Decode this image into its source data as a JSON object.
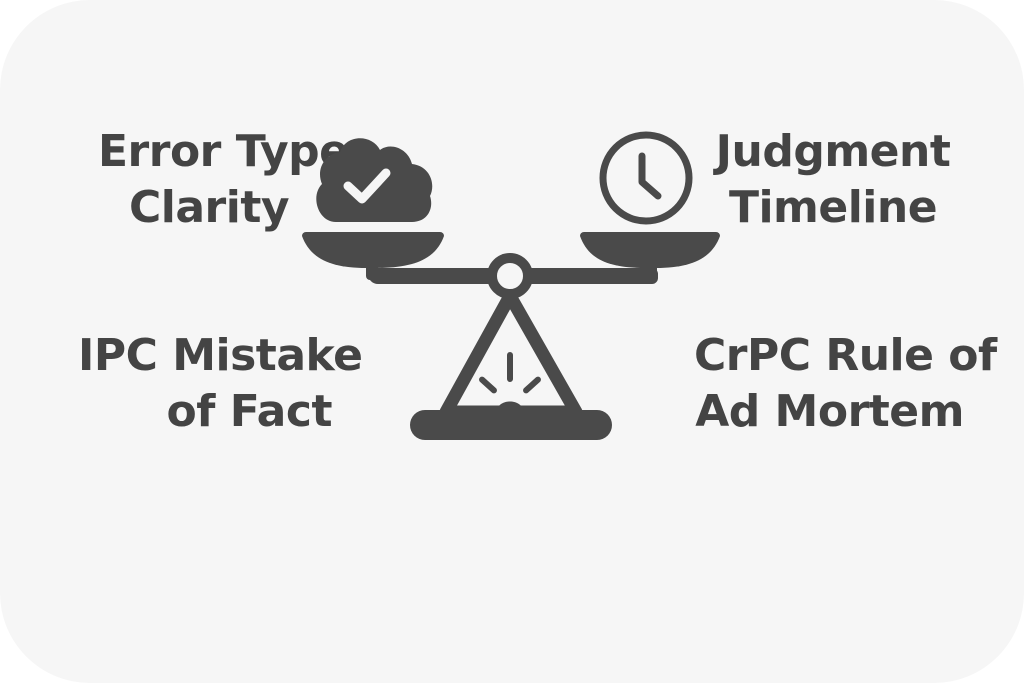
{
  "colors": {
    "background": "#f6f6f6",
    "icon": "#4a4a4a",
    "text": "#444444",
    "highlight": "#f6f6f6"
  },
  "labels": {
    "top_left": [
      "Error Type",
      "Clarity"
    ],
    "top_right": [
      "Judgment",
      "Timeline"
    ],
    "bottom_left": [
      "IPC Mistake",
      "of Fact"
    ],
    "bottom_right": [
      "CrPC Rule of",
      "Ad Mortem"
    ]
  },
  "icons": {
    "left_pan": "cloud-check-icon",
    "right_pan": "clock-icon",
    "center": "balance-scale-icon"
  }
}
